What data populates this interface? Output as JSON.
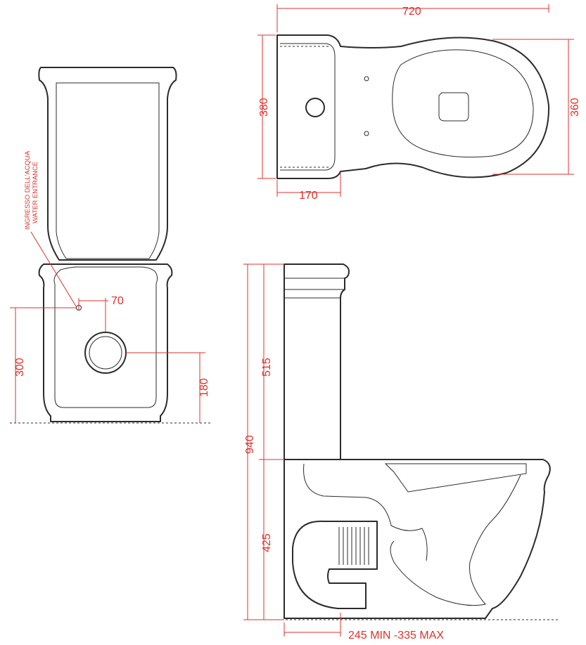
{
  "colors": {
    "outline": "#2b2b2b",
    "dimension": "#e0312b",
    "background": "#ffffff"
  },
  "front_view": {
    "water_entrance_label_it": "INGRESSO DELL'ACQUA",
    "water_entrance_label_en": "WATER ENTRANCE",
    "dim_outlet_offset": "70",
    "dim_inlet_height": "300",
    "dim_outlet_height": "180"
  },
  "top_view": {
    "dim_length": "720",
    "dim_tank_width": "380",
    "dim_bowl_width": "360",
    "dim_tank_depth": "170"
  },
  "side_view": {
    "dim_total_height": "940",
    "dim_tank_height": "515",
    "dim_bowl_height": "425",
    "dim_outlet_distance": "245 MIN -335 MAX"
  }
}
